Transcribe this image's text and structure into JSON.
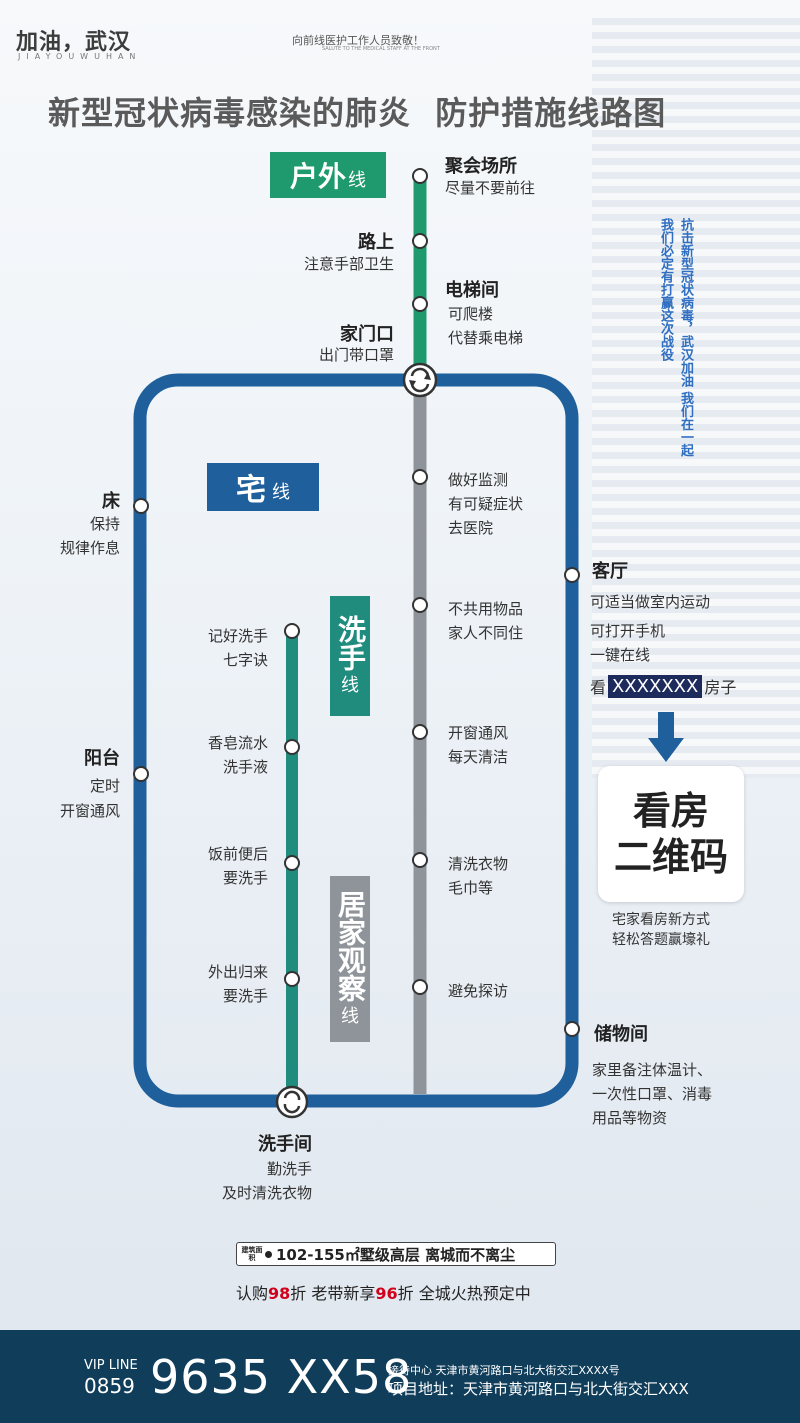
{
  "header": {
    "brand": "加油，武汉",
    "brand_sub": "JIAYOUWUHAN",
    "tribute": "向前线医护工作人员致敬！",
    "tribute_sub": "SALUTE TO THE MEDICAL STAFF AT THE FRONT",
    "title": "新型冠状病毒感染的肺炎  防护措施线路图"
  },
  "side_slogan": {
    "line1": "抗击新型冠状病毒，武汉加油 我们在一起",
    "line2": "我们必定有打赢这次战役"
  },
  "lines": {
    "outdoor": {
      "main": "户外",
      "suffix": "线",
      "color": "#1f9a6e"
    },
    "home": {
      "main": "宅",
      "suffix": "线",
      "color": "#1f5f9b"
    },
    "wash": {
      "main": "洗手",
      "suffix": "线",
      "color": "#1f8c7e"
    },
    "observe": {
      "main": "居家观察",
      "suffix": "线",
      "color": "#8e9499"
    }
  },
  "stations": {
    "gathering": {
      "name": "聚会场所",
      "desc1": "尽量不要前往"
    },
    "road": {
      "name": "路上",
      "desc1": "注意手部卫生"
    },
    "elevator": {
      "name": "电梯间",
      "desc1": "可爬楼",
      "desc2": "代替乘电梯"
    },
    "door": {
      "name": "家门口",
      "desc1": "出门带口罩"
    },
    "monitor": {
      "desc1": "做好监测",
      "desc2": "有可疑症状",
      "desc3": "去医院"
    },
    "noshare": {
      "desc1": "不共用物品",
      "desc2": "家人不同住"
    },
    "ventilate": {
      "desc1": "开窗通风",
      "desc2": "每天清洁"
    },
    "laundry": {
      "desc1": "清洗衣物",
      "desc2": "毛巾等"
    },
    "novisit": {
      "desc1": "避免探访"
    },
    "bed": {
      "name": "床",
      "desc1": "保持",
      "desc2": "规律作息"
    },
    "balcony": {
      "name": "阳台",
      "desc1": "定时",
      "desc2": "开窗通风"
    },
    "remember": {
      "desc1": "记好洗手",
      "desc2": "七字诀"
    },
    "soap": {
      "desc1": "香皂流水",
      "desc2": "洗手液"
    },
    "meal": {
      "desc1": "饭前便后",
      "desc2": "要洗手"
    },
    "return": {
      "desc1": "外出归来",
      "desc2": "要洗手"
    },
    "living": {
      "name": "客厅",
      "desc1": "可适当做室内运动",
      "desc2": "可打开手机",
      "desc3": "一键在线"
    },
    "storage": {
      "name": "储物间",
      "desc1": "家里备注体温计、",
      "desc2": "一次性口罩、消毒",
      "desc3": "用品等物资"
    },
    "washroom": {
      "name": "洗手间",
      "desc1": "勤洗手",
      "desc2": "及时清洗衣物"
    }
  },
  "house_viewing": {
    "prefix": "看",
    "masked": "XXXXXXX",
    "suffix": "房子",
    "qr_line1": "看房",
    "qr_line2": "二维码",
    "caption1": "宅家看房新方式",
    "caption2": "轻松答题赢壕礼"
  },
  "promo": {
    "tag": "建筑面积",
    "area_line": "102-155㎡墅级高层  离城而不离尘",
    "offer_a": "认购",
    "offer_a_num": "98",
    "offer_b": "折  老带新享",
    "offer_b_num": "96",
    "offer_c": "折  全城火热预定中"
  },
  "footer": {
    "vip": "VIP LINE",
    "area_code": "0859",
    "phone": "9635 XX58",
    "addr1": "接待中心   天津市黄河路口与北大街交汇XXXX号",
    "addr2": "项目地址：天津市黄河路口与北大街交汇XXX"
  },
  "colors": {
    "outdoor_line": "#1f9a6e",
    "home_line": "#1f5f9b",
    "wash_line": "#1f8c7e",
    "observe_line": "#8e9499",
    "footer_bg": "#0f3d5a",
    "arrow": "#1f5f9b"
  }
}
